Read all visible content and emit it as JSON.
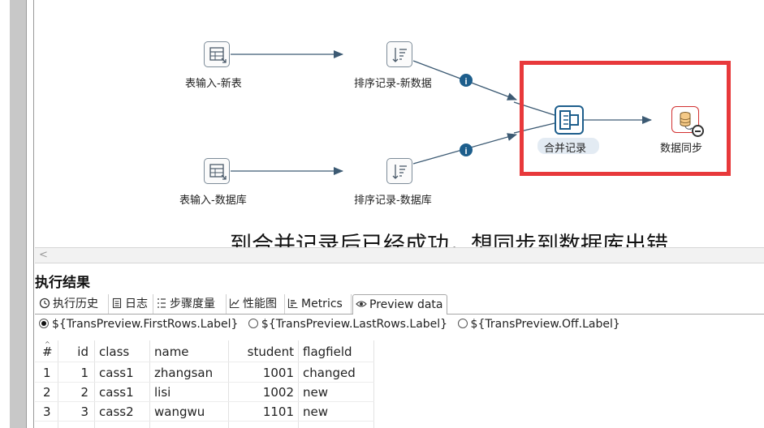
{
  "canvas": {
    "steps": {
      "table_input_new": "表输入-新表",
      "sort_new": "排序记录-新数据",
      "table_input_db": "表输入-数据库",
      "sort_db": "排序记录-数据库",
      "merge": "合并记录",
      "sync": "数据同步"
    },
    "annotation": "到合并记录后已经成功，想同步到数据库出错",
    "hop_info_glyph": "i",
    "scroll_left_glyph": "<"
  },
  "results": {
    "title": "执行结果",
    "tabs": [
      {
        "label": "执行历史",
        "icon": "clock-icon"
      },
      {
        "label": "日志",
        "icon": "log-icon"
      },
      {
        "label": "步骤度量",
        "icon": "step-metrics-icon"
      },
      {
        "label": "性能图",
        "icon": "performance-chart-icon"
      },
      {
        "label": "Metrics",
        "icon": "metrics-icon"
      },
      {
        "label": "Preview data",
        "icon": "eye-icon",
        "active": true
      }
    ],
    "radio_options": [
      {
        "label": "${TransPreview.FirstRows.Label}",
        "checked": true
      },
      {
        "label": "${TransPreview.LastRows.Label}",
        "checked": false
      },
      {
        "label": "${TransPreview.Off.Label}",
        "checked": false
      }
    ],
    "table": {
      "columns": [
        "#",
        "id",
        "class",
        "name",
        "student",
        "flagfield"
      ],
      "rows": [
        [
          "1",
          "1",
          "cass1",
          "zhangsan",
          "1001",
          "changed"
        ],
        [
          "2",
          "2",
          "cass1",
          "lisi",
          "1002",
          "new"
        ],
        [
          "3",
          "3",
          "cass2",
          "wangwu",
          "1101",
          "new"
        ]
      ]
    }
  },
  "colors": {
    "highlight": "#e8393b",
    "hop": "#3c5a73",
    "info_badge": "#1d5e8c",
    "merge_border": "#1d5e8c",
    "error_red": "#d23030"
  }
}
